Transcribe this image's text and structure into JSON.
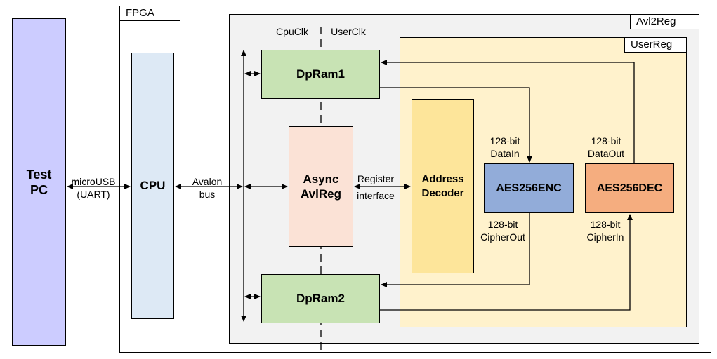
{
  "blocks": {
    "test_pc": "Test PC",
    "cpu": "CPU",
    "dpram1": "DpRam1",
    "dpram2": "DpRam2",
    "async_avlreg": "Async AvlReg",
    "address_decoder": "Address Decoder",
    "aes256enc": "AES256ENC",
    "aes256dec": "AES256DEC"
  },
  "containers": {
    "fpga": "FPGA",
    "avl2reg": "Avl2Reg",
    "userreg": "UserReg"
  },
  "clock_domains": {
    "cpu": "CpuClk",
    "user": "UserClk"
  },
  "labels": {
    "microusb_line1": "microUSB",
    "microusb_line2": "(UART)",
    "avalon_line1": "Avalon",
    "avalon_line2": "bus",
    "register_line1": "Register",
    "register_line2": "interface",
    "datain_line1": "128-bit",
    "datain_line2": "DataIn",
    "dataout_line1": "128-bit",
    "dataout_line2": "DataOut",
    "cipherout_line1": "128-bit",
    "cipherout_line2": "CipherOut",
    "cipherin_line1": "128-bit",
    "cipherin_line2": "CipherIn"
  },
  "colors": {
    "test_pc": "#ccccff",
    "cpu": "#dde9f5",
    "dpram": "#c8e3b4",
    "async_avlreg": "#fbe2d6",
    "address_decoder": "#fde59a",
    "aes256enc": "#92acd9",
    "aes256dec": "#f5ad7f",
    "avl2reg_bg": "#f2f2f2",
    "userreg_bg": "#fff2cc"
  }
}
